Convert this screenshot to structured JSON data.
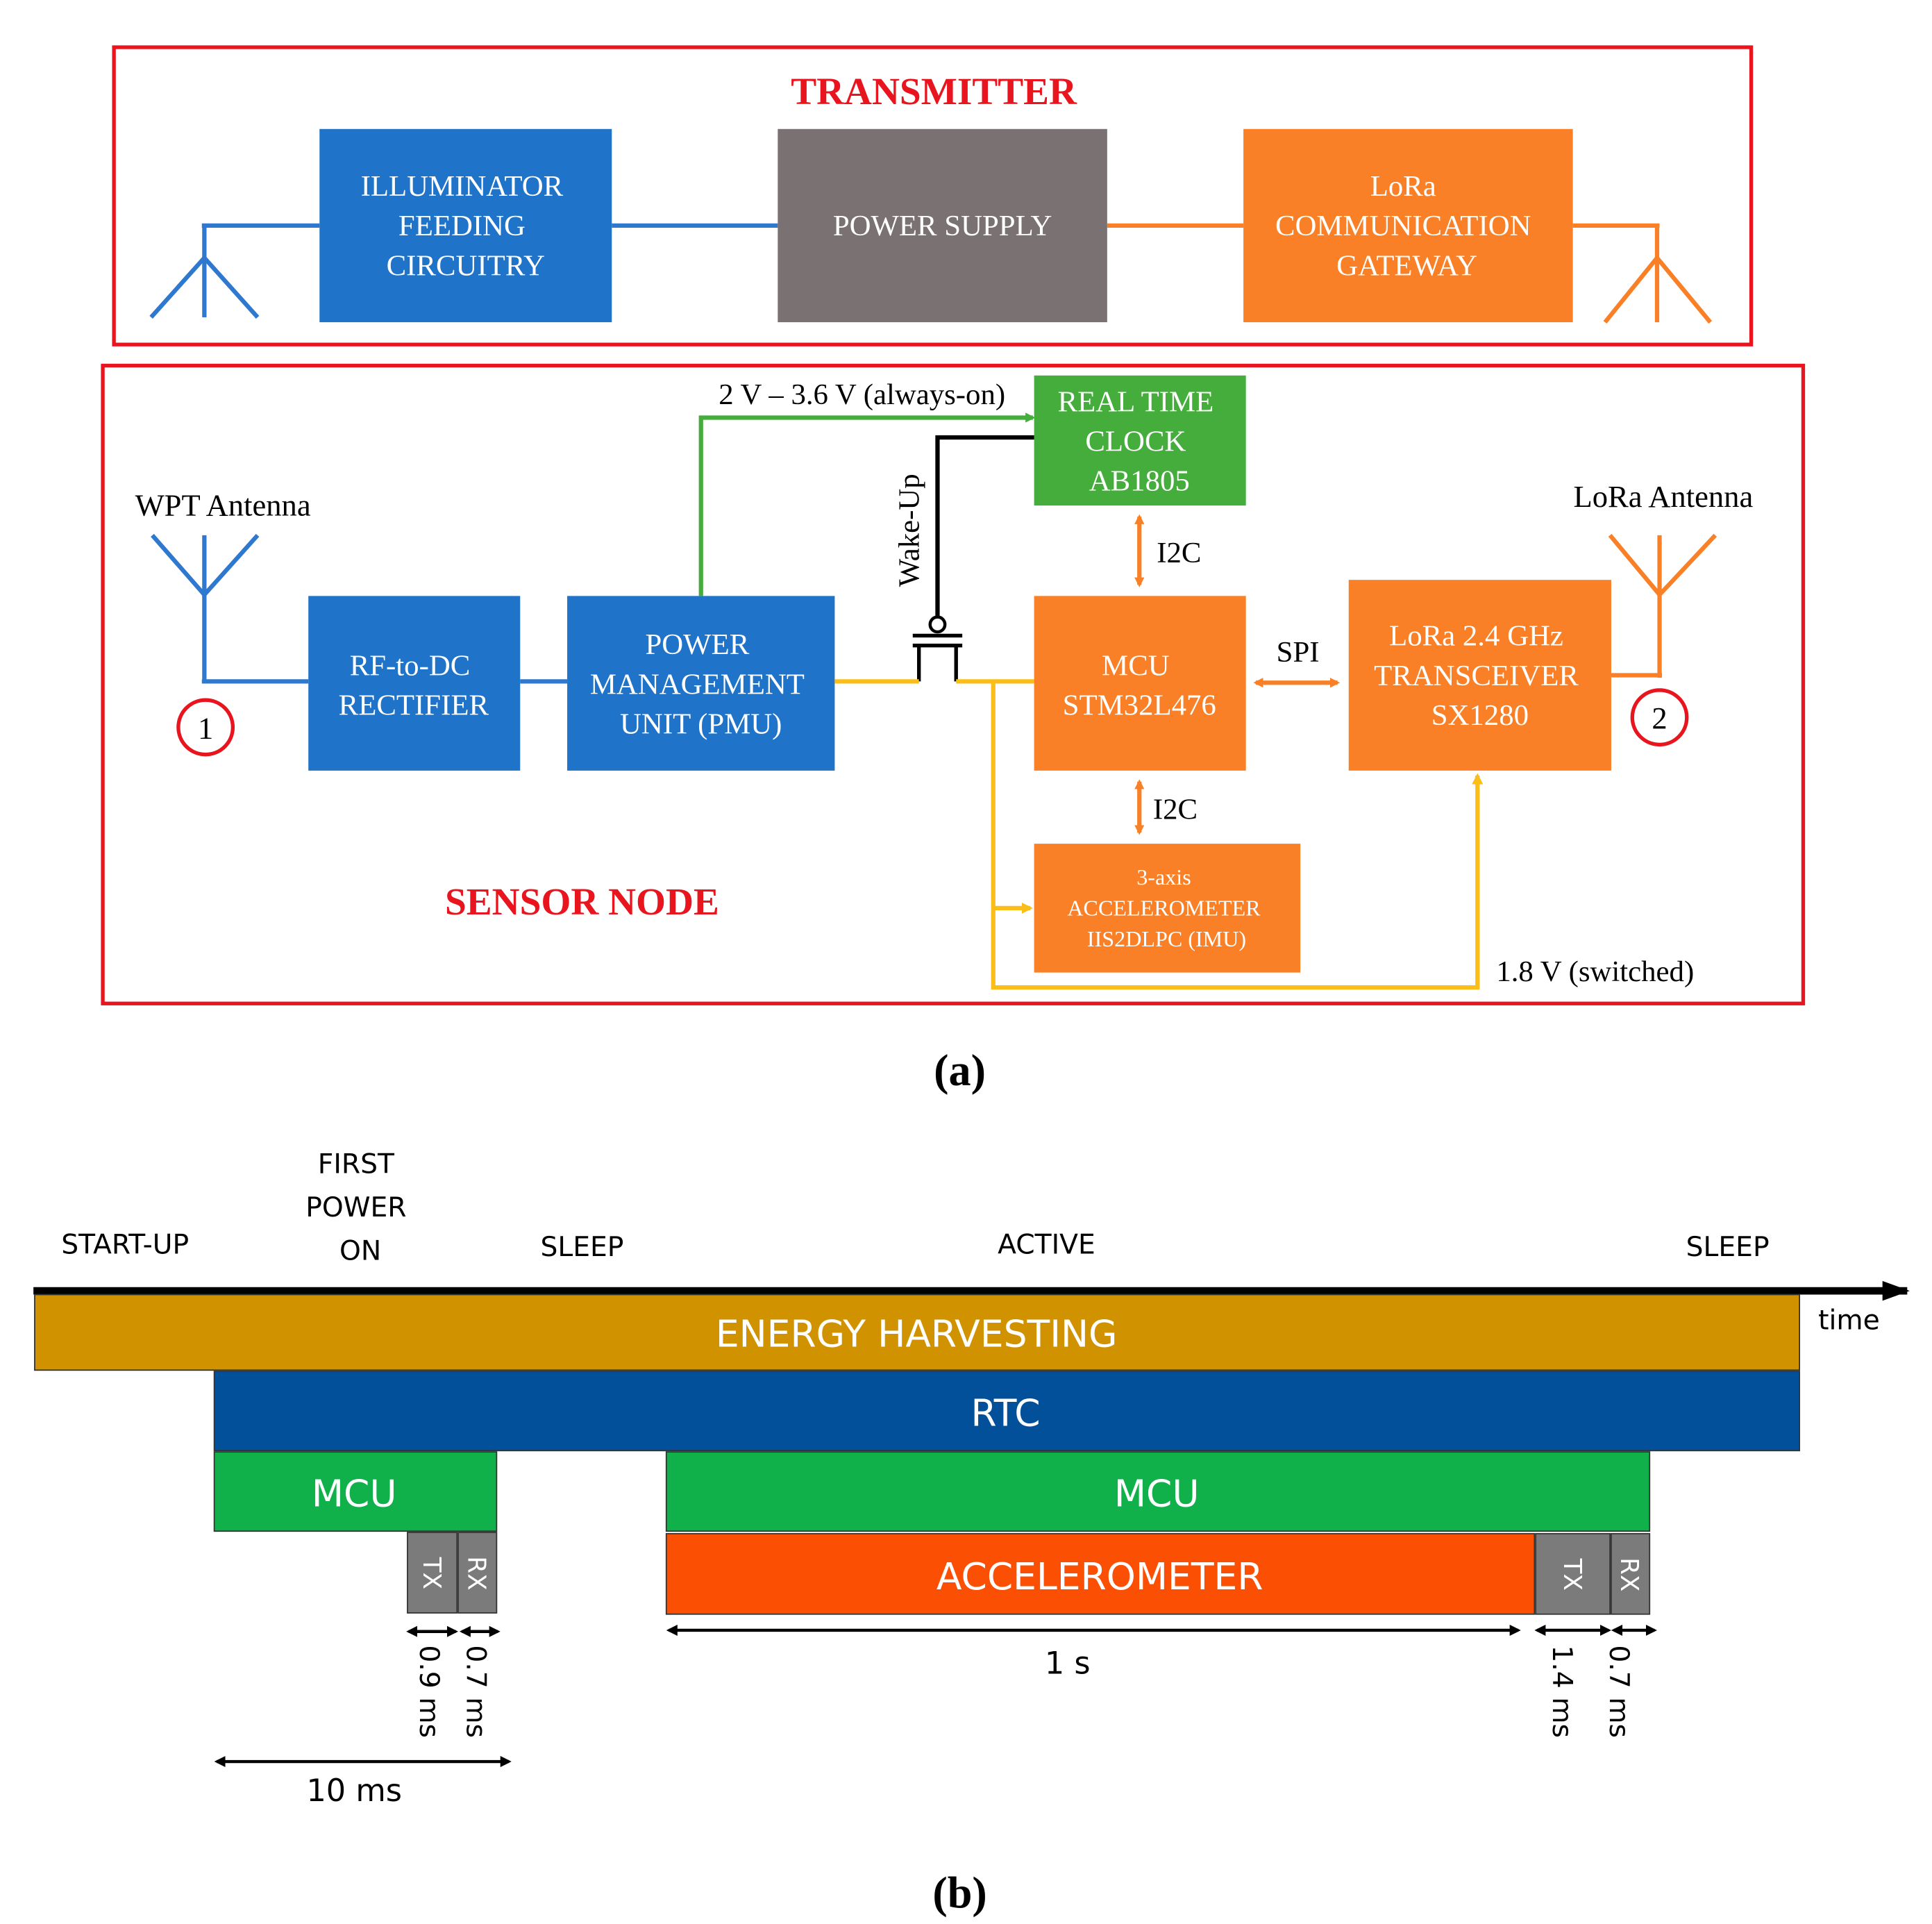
{
  "colors": {
    "frame_red": "#e8151f",
    "blue_block": "#1f73c8",
    "gray_block": "#7a7272",
    "orange_block": "#f98026",
    "green_block": "#45ad3c",
    "blue_line": "#2e78cf",
    "orange_line": "#f98026",
    "green_line": "#45ad3c",
    "yellow_line": "#fbbd18",
    "energy_bar": "#d19200",
    "rtc_bar": "#03509a",
    "mcu_bar": "#10b14a",
    "accel_bar": "#fb4f04",
    "txrx_bar": "#7b7b7b"
  },
  "panel_a": {
    "caption": "(a)",
    "transmitter": {
      "title": "TRANSMITTER",
      "illuminator": [
        "ILLUMINATOR",
        "FEEDING",
        "CIRCUITRY"
      ],
      "power_supply": "POWER SUPPLY",
      "gateway": [
        "LoRa",
        "COMMUNICATION",
        "GATEWAY"
      ]
    },
    "sensor_node": {
      "title": "SENSOR NODE",
      "wpt_antenna": "WPT Antenna",
      "lora_antenna": "LoRa Antenna",
      "port1": "1",
      "port2": "2",
      "rectifier": [
        "RF-to-DC",
        "RECTIFIER"
      ],
      "pmu": [
        "POWER",
        "MANAGEMENT",
        "UNIT (PMU)"
      ],
      "rtc": [
        "REAL TIME",
        "CLOCK",
        "AB1805"
      ],
      "mcu": [
        "MCU",
        "STM32L476"
      ],
      "transceiver": [
        "LoRa 2.4 GHz",
        "TRANSCEIVER",
        "SX1280"
      ],
      "accelerometer": [
        "3-axis",
        "ACCELEROMETER",
        "IIS2DLPC (IMU)"
      ],
      "always_on_label": "2 V – 3.6 V (always-on)",
      "switched_label": "1.8 V (switched)",
      "wakeup_label": "Wake-Up",
      "i2c_top": "I2C",
      "i2c_bottom": "I2C",
      "spi": "SPI"
    }
  },
  "panel_b": {
    "caption": "(b)",
    "phases": {
      "startup": "START-UP",
      "first_power_on": [
        "FIRST",
        "POWER",
        "ON"
      ],
      "sleep1": "SLEEP",
      "active": "ACTIVE",
      "sleep2": "SLEEP"
    },
    "axis_label": "time",
    "bars": {
      "energy": "ENERGY HARVESTING",
      "rtc": "RTC",
      "mcu1": "MCU",
      "mcu2": "MCU",
      "accelerometer": "ACCELEROMETER",
      "tx1": "TX",
      "rx1": "RX",
      "tx2": "TX",
      "rx2": "RX"
    },
    "durations": {
      "tx1": "0.9 ms",
      "rx1": "0.7 ms",
      "first_on": "10 ms",
      "active": "1 s",
      "tx2": "1.4 ms",
      "rx2": "0.7 ms"
    }
  }
}
